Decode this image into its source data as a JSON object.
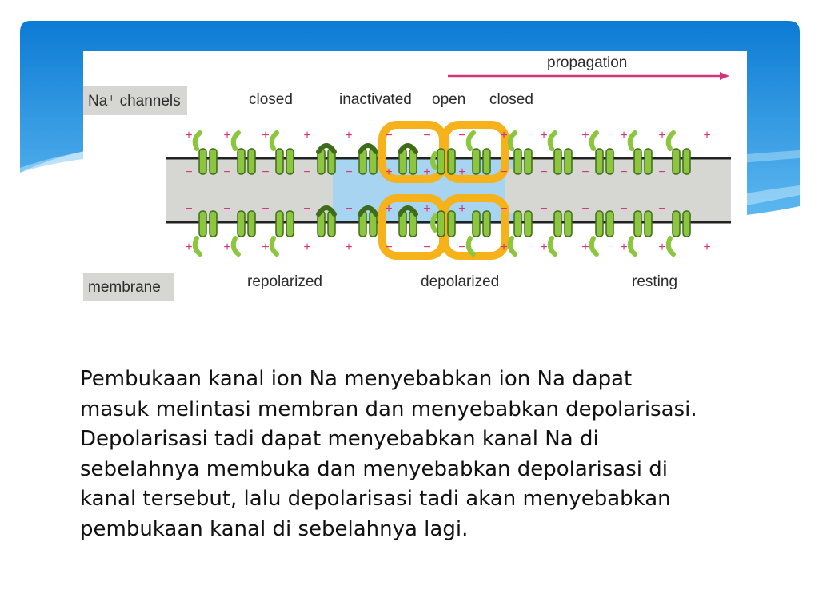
{
  "figure": {
    "propagation_label": "propagation",
    "channels_label": "Na⁺ channels",
    "state_labels": {
      "closed_left": "closed",
      "inactivated": "inactivated",
      "open": "open",
      "closed_right": "closed"
    },
    "membrane_label": "membrane",
    "region_labels": {
      "repolarized": "repolarized",
      "depolarized": "depolarized",
      "resting": "resting"
    }
  },
  "body_text": {
    "lines": [
      "Pembukaan kanal ion Na menyebabkan ion Na dapat",
      "masuk melintasi membran dan menyebabkan depolarisasi.",
      "Depolarisasi tadi dapat menyebabkan kanal Na di",
      "sebelahnya membuka dan menyebabkan depolarisasi di",
      "kanal tersebut, lalu depolarisasi tadi akan menyebabkan",
      "pembukaan kanal di sebelahnya lagi."
    ]
  },
  "colors": {
    "banner_top": "#0f7fd6",
    "banner_bottom": "#6cc0f2",
    "channel_green": "#8cc63f",
    "channel_outline": "#3f6b1a",
    "current_orange": "#f5b21a",
    "depolarized_blue": "#a6d4f1",
    "membrane_grey": "#d6d6d2",
    "sign_red": "#d6337d"
  }
}
